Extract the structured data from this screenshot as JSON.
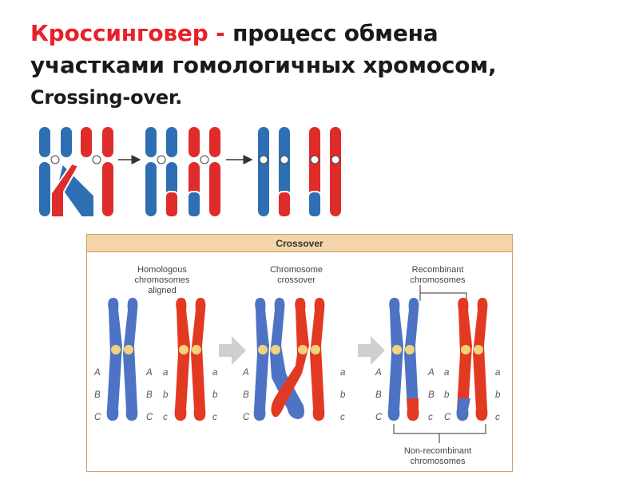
{
  "title": {
    "term": "Кроссинговер -",
    "line1_rest": " процесс обмена",
    "line2": "участками гомологичных хромосом,",
    "line3": "Crossing-over."
  },
  "panel": {
    "header": "Crossover",
    "stage1": [
      "Homologous",
      "chromosomes",
      "aligned"
    ],
    "stage2": [
      "Chromosome",
      "crossover"
    ],
    "stage3_top": [
      "Recombinant",
      "chromosomes"
    ],
    "stage3_bottom": [
      "Non-recombinant",
      "chromosomes"
    ],
    "genes_upper": [
      "A",
      "B",
      "C"
    ],
    "genes_lower": [
      "a",
      "b",
      "c"
    ]
  },
  "colors": {
    "accent_red_text": "#e8202a",
    "top_blue": "#2e6fb3",
    "top_red": "#e02b2b",
    "panel_blue": "#4e73c4",
    "panel_red": "#e23a22",
    "centromere": "#f1d37a",
    "panel_header_bg": "#f4d4a8",
    "arrow_gray": "#cfcfcf"
  }
}
